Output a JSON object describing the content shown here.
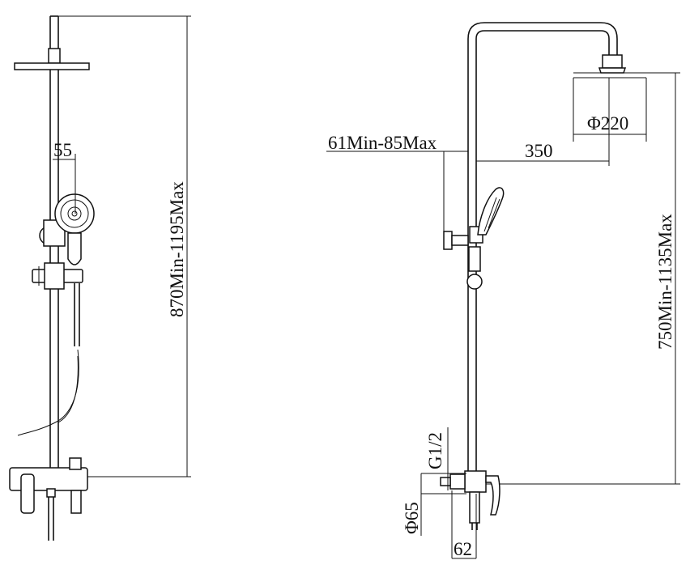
{
  "front_view": {
    "dim_handshower_offset": "55",
    "dim_total_height": "870Min-1195Max"
  },
  "side_view": {
    "dim_wall_offset": "61Min-85Max",
    "dim_arm_length": "350",
    "dim_head_diameter": "Φ220",
    "dim_total_height": "750Min-1135Max",
    "dim_thread": "G1/2",
    "dim_flange_diameter": "Φ65",
    "dim_valve_projection": "62"
  }
}
